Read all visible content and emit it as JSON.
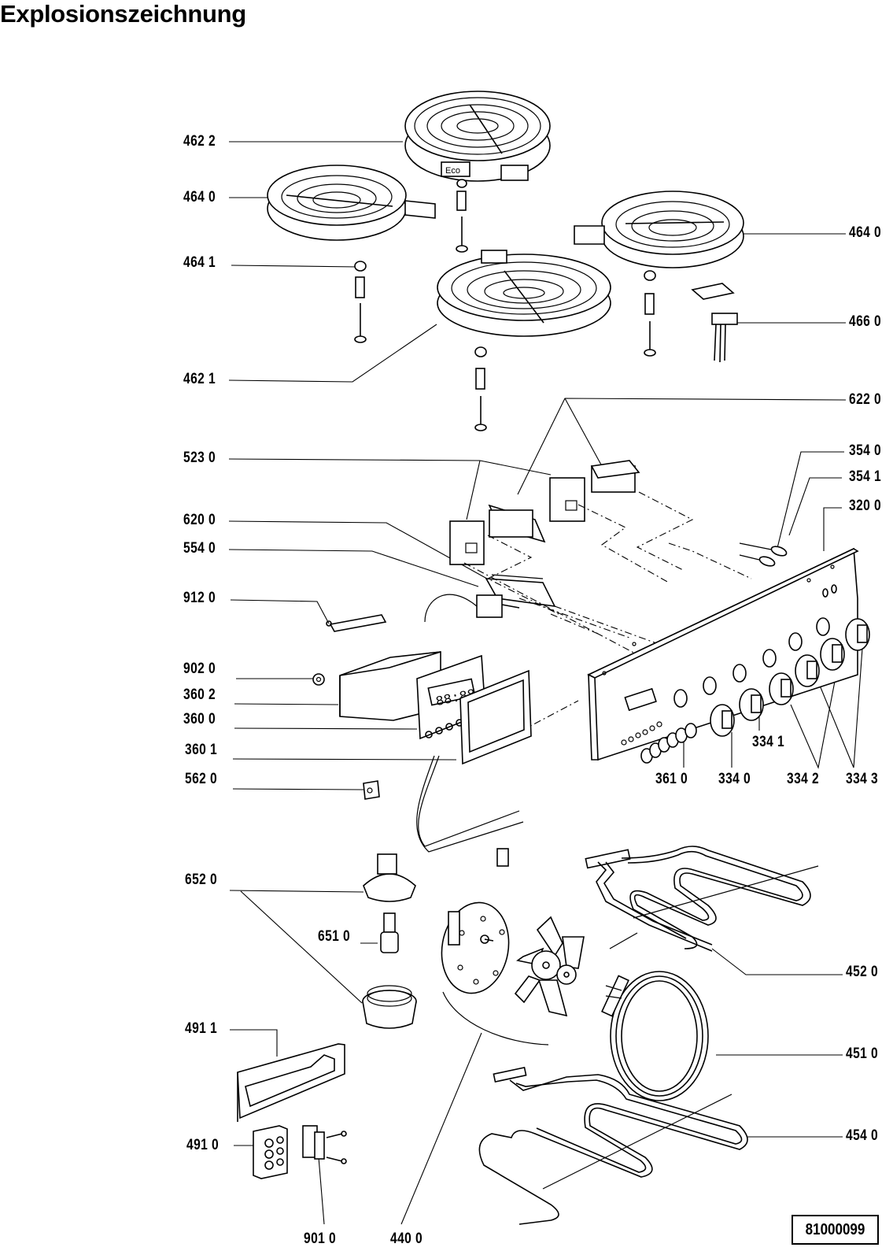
{
  "title": "Explosionszeichnung",
  "document_code": "81000099",
  "left_labels": [
    {
      "id": "462-2",
      "text": "462 2"
    },
    {
      "id": "464-0-left",
      "text": "464 0"
    },
    {
      "id": "464-1",
      "text": "464 1"
    },
    {
      "id": "462-1",
      "text": "462 1"
    },
    {
      "id": "523-0",
      "text": "523 0"
    },
    {
      "id": "620-0",
      "text": "620 0"
    },
    {
      "id": "554-0",
      "text": "554 0"
    },
    {
      "id": "912-0",
      "text": "912 0"
    },
    {
      "id": "902-0",
      "text": "902 0"
    },
    {
      "id": "360-2",
      "text": "360 2"
    },
    {
      "id": "360-0",
      "text": "360 0"
    },
    {
      "id": "360-1",
      "text": "360 1"
    },
    {
      "id": "562-0",
      "text": "562 0"
    },
    {
      "id": "652-0",
      "text": "652 0"
    },
    {
      "id": "651-0",
      "text": "651 0"
    },
    {
      "id": "491-1",
      "text": "491 1"
    },
    {
      "id": "491-0",
      "text": "491 0"
    }
  ],
  "right_labels": [
    {
      "id": "464-0-right",
      "text": "464 0"
    },
    {
      "id": "466-0",
      "text": "466 0"
    },
    {
      "id": "622-0",
      "text": "622 0"
    },
    {
      "id": "354-0",
      "text": "354 0"
    },
    {
      "id": "354-1",
      "text": "354 1"
    },
    {
      "id": "320-0",
      "text": "320 0"
    },
    {
      "id": "452-0",
      "text": "452 0"
    },
    {
      "id": "451-0",
      "text": "451 0"
    },
    {
      "id": "454-0",
      "text": "454 0"
    }
  ],
  "bottom_labels": [
    {
      "id": "334-1",
      "text": "334 1"
    },
    {
      "id": "361-0",
      "text": "361 0"
    },
    {
      "id": "334-0",
      "text": "334 0"
    },
    {
      "id": "334-2",
      "text": "334 2"
    },
    {
      "id": "334-3",
      "text": "334 3"
    },
    {
      "id": "901-0",
      "text": "901 0"
    },
    {
      "id": "440-0",
      "text": "440 0"
    }
  ],
  "burner_marking": "Eco"
}
